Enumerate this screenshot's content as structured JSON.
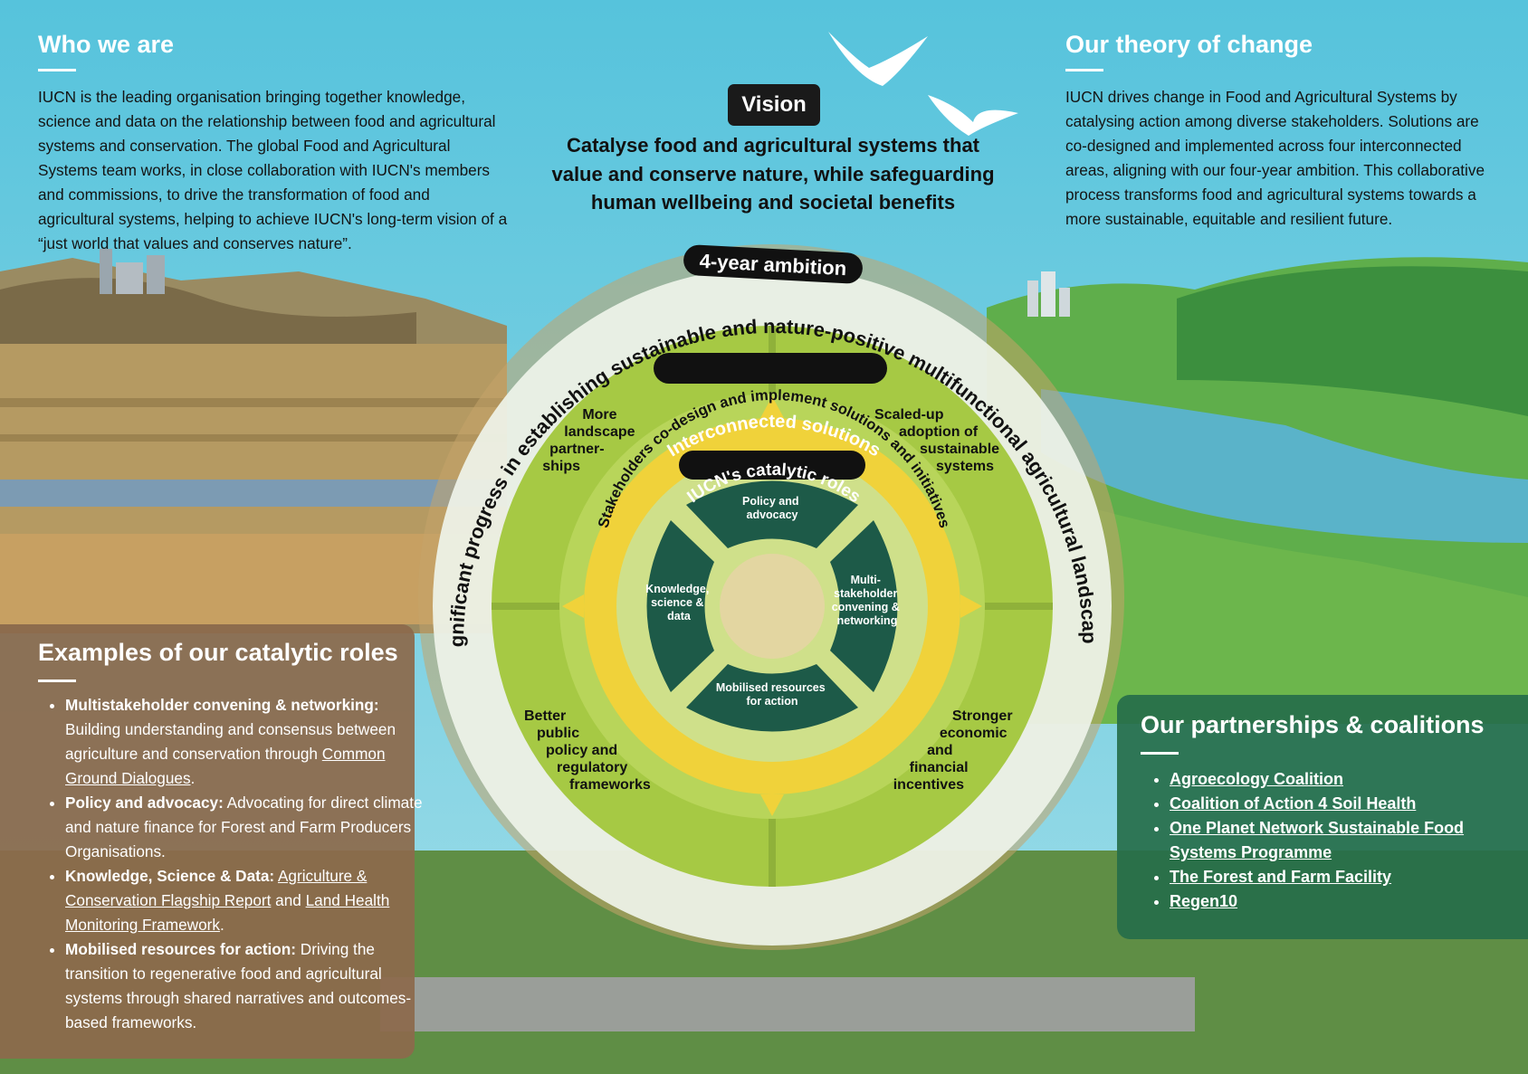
{
  "who": {
    "title": "Who we are",
    "body": "IUCN is the leading organisation bringing together knowledge, science and data on the relationship between food and agricultural systems and conservation. The global Food and Agricultural Systems team works, in close collaboration with IUCN's members and commissions, to drive the transformation of food and agricultural systems, helping to achieve IUCN's long-term vision of a “just world that values and conserves nature”."
  },
  "vision": {
    "badge": "Vision",
    "text": "Catalyse food and agricultural systems that value and conserve nature, while safeguarding human wellbeing and societal benefits"
  },
  "theory": {
    "title": "Our theory of change",
    "body": "IUCN drives change in Food and Agricultural Systems by catalysing action among diverse stakeholders. Solutions are co-designed and implemented across four interconnected areas, aligning with our four-year ambition. This collaborative process transforms food and agricultural systems towards a more sustainable, equitable and resilient future."
  },
  "diagram": {
    "ambition_label": "4-year ambition",
    "ambition_text": "Significant progress in establishing sustainable and nature-positive multifunctional agricultural landscapes",
    "solutions_label": "Interconnected solutions",
    "solutions": {
      "top_left": [
        "More",
        "landscape",
        "partner-",
        "ships"
      ],
      "top_right": [
        "Scaled-up",
        "adoption of",
        "sustainable",
        "systems"
      ],
      "bottom_left": [
        "Better",
        "public",
        "policy and",
        "regulatory",
        "frameworks"
      ],
      "bottom_right": [
        "Stronger",
        "economic",
        "and",
        "financial",
        "incentives"
      ]
    },
    "codesign_text": "Stakeholders co-design and implement solutions and initiatives",
    "roles_label": "IUCN's catalytic roles",
    "roles": {
      "top": [
        "Policy and",
        "advocacy"
      ],
      "left": [
        "Knowledge,",
        "science &",
        "data"
      ],
      "right": [
        "Multi-",
        "stakeholder",
        "convening &",
        "networking"
      ],
      "bottom": [
        "Mobilised resources",
        "for action"
      ]
    }
  },
  "examples": {
    "title": "Examples of our catalytic roles",
    "items": [
      {
        "bold": "Multistakeholder convening & networking:",
        "text": " Building understanding and consensus between agriculture and conservation through ",
        "link": "Common Ground Dialogues",
        "end": "."
      },
      {
        "bold": "Policy and advocacy:",
        "text": " Advocating for direct climate and nature finance for Forest and Farm Producers Organisations."
      },
      {
        "bold": "Knowledge, Science & Data:",
        "text": " ",
        "link": "Agriculture & Conservation Flagship Report",
        "mid": " and ",
        "link2": "Land Health Monitoring Framework",
        "end": "."
      },
      {
        "bold": "Mobilised resources for action:",
        "text": " Driving the transition to regenerative food and agricultural systems through shared narratives and outcomes-based frameworks."
      }
    ]
  },
  "partnerships": {
    "title": "Our partnerships & coalitions",
    "items": [
      "Agroecology Coalition",
      "Coalition of Action 4 Soil Health",
      "One Planet Network Sustainable Food Systems Programme",
      "The Forest and Farm Facility",
      "Regen10"
    ]
  },
  "colors": {
    "sky": "#5ec8de",
    "outer_ring": "#f3f6ee",
    "solutions_ring": "#a9cc44",
    "codesign_ring": "#f2d43c",
    "roles_dark": "#1d5a48",
    "panel_brown": "#8c694b",
    "panel_green": "#266e4a"
  }
}
